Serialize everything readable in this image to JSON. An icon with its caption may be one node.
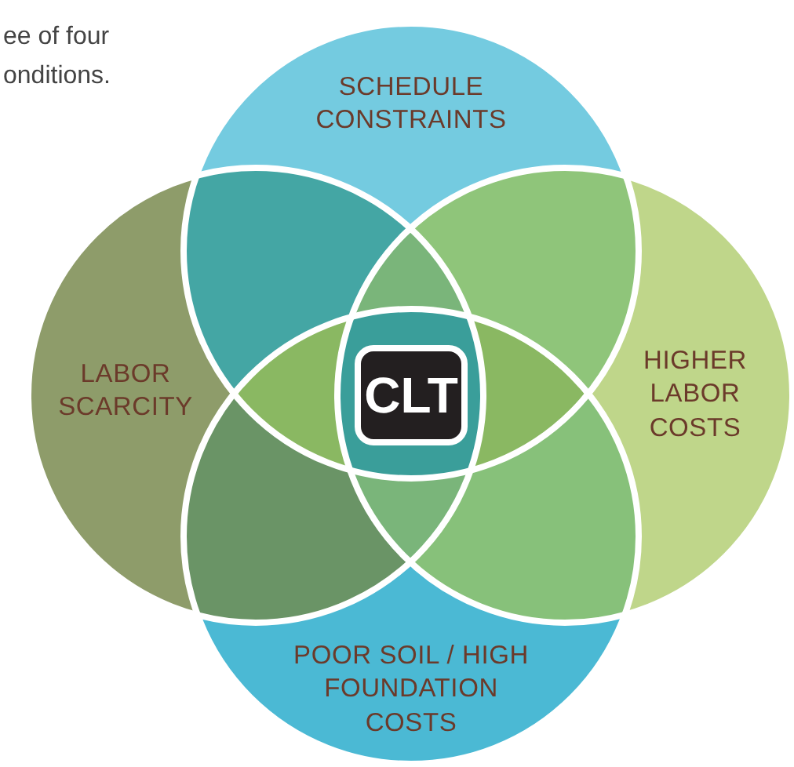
{
  "diagram": {
    "nodes": [
      {
        "text": [
          "SCHEDULE CONSTRAINTS"
        ]
      },
      {
        "text": [
          "LABOR SCARCITY"
        ]
      },
      {
        "text": [
          "HIGHER LABOR COSTS"
        ]
      },
      {
        "text": [
          "POOR SOIL / HIGH FOUNDATION COSTS"
        ]
      },
      {
        "text": [
          "CLT"
        ]
      }
    ],
    "labels": [
      "ee of four onditions."
    ]
  }
}
